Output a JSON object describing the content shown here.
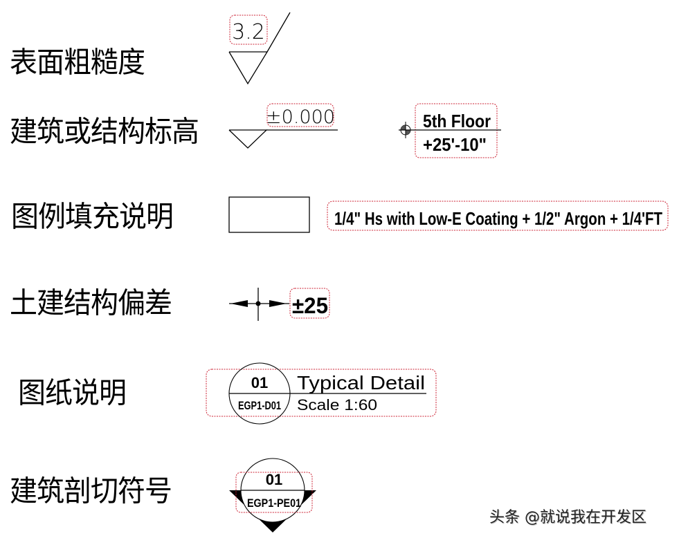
{
  "rows": [
    {
      "label": "表面粗糙度",
      "symbol": "surface-roughness",
      "value": "3.2"
    },
    {
      "label": "建筑或结构标高",
      "symbol": "elevation",
      "value": "±0.000",
      "level_name": "5th Floor",
      "level_value": "+25'-10\""
    },
    {
      "label": "图例填充说明",
      "symbol": "legend-fill",
      "description": "1/4\" Hs with Low-E Coating + 1/2\" Argon + 1/4'FT"
    },
    {
      "label": "土建结构偏差",
      "symbol": "tolerance",
      "value": "±25"
    },
    {
      "label": "图纸说明",
      "symbol": "drawing-title",
      "number": "01",
      "sheet": "EGP1-D01",
      "title": "Typical Detail",
      "scale": "Scale 1:60"
    },
    {
      "label": "建筑剖切符号",
      "symbol": "section-mark",
      "number": "01",
      "sheet": "EGP1-PE01"
    }
  ],
  "watermark": "头条 @就说我在开发区",
  "colors": {
    "line": "#000000",
    "revision_cloud": "#cc2233",
    "background": "#ffffff"
  }
}
